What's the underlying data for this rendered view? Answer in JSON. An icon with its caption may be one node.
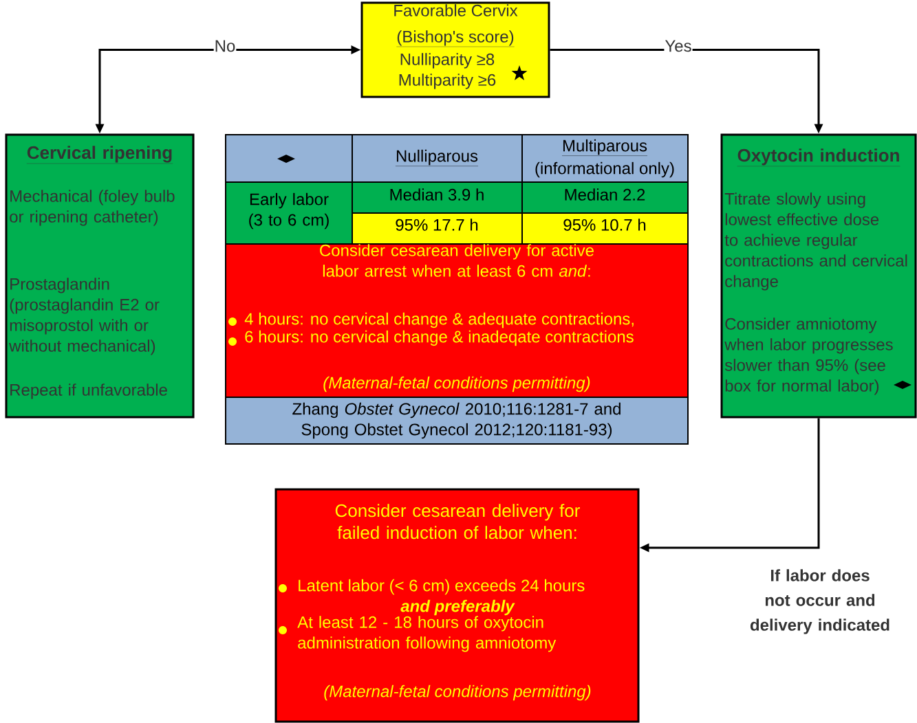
{
  "diagram": {
    "nodes": [
      {
        "text": [
          "Favorable Cervix",
          "(Bishop's score)",
          "Nulliparity ≥8",
          "Multiparity ≥6"
        ]
      },
      {
        "text": [
          "Cervical ripening",
          "Mechanical (foley bulb or ripening catheter)",
          "Prostaglandin (prostaglandin E2 or misoprostol with or without mechanical)",
          "Repeat if unfavorable"
        ]
      },
      {
        "text": [],
        "shape": "box"
      },
      {
        "text": [
          "Nulliparous"
        ]
      },
      {
        "text": [
          "Multiparous",
          "(informational only)"
        ]
      },
      {
        "text": [
          "Early labor (3 to 6 cm)"
        ]
      },
      {
        "text": [
          "Median 3.9 h"
        ]
      },
      {
        "text": [
          "Median 2.2"
        ]
      },
      {
        "text": [
          "95% 17.7 h"
        ]
      },
      {
        "text": [
          "95% 10.7 h"
        ]
      },
      {
        "text": [
          "Consider cesarean delivery for active labor arrest when at least 6 cm *and*:",
          "4 hours: no cervical change & adequate contractions,",
          "6 hours: no cervical change & inadeqate contractions",
          "(Maternal-fetal conditions permitting)"
        ]
      },
      {
        "text": [
          "Zhang *Obstet Gynecol* 2010;116:1281-7 and Spong Obstet Gynecol 2012;120:1181-93)"
        ]
      },
      {
        "text": [
          "Oxytocin induction",
          "Titrate slowly using lowest effective dose to achieve regular contractions and cervical change",
          "Consider amniotomy when labor progresses slower than 95% (see box for normal labor)"
        ]
      },
      {
        "text": [
          "Consider cesarean delivery for failed induction of labor when:",
          "Latent labor (< 6 cm) exceeds 24 hours",
          "and preferably",
          "At least 12 - 18 hours of oxytocin administration following amniotomy",
          "(Maternal-fetal conditions permitting)"
        ]
      }
    ],
    "edges": [
      {
        "from": 0,
        "to": 1,
        "arrow": "both",
        "label": "No"
      },
      {
        "from": 0,
        "to": 12,
        "arrow": "to",
        "label": "Yes"
      },
      {
        "from": 12,
        "to": 13,
        "arrow": "to"
      }
    ],
    "labels": [
      "If labor does not occur and delivery indicated"
    ]
  }
}
